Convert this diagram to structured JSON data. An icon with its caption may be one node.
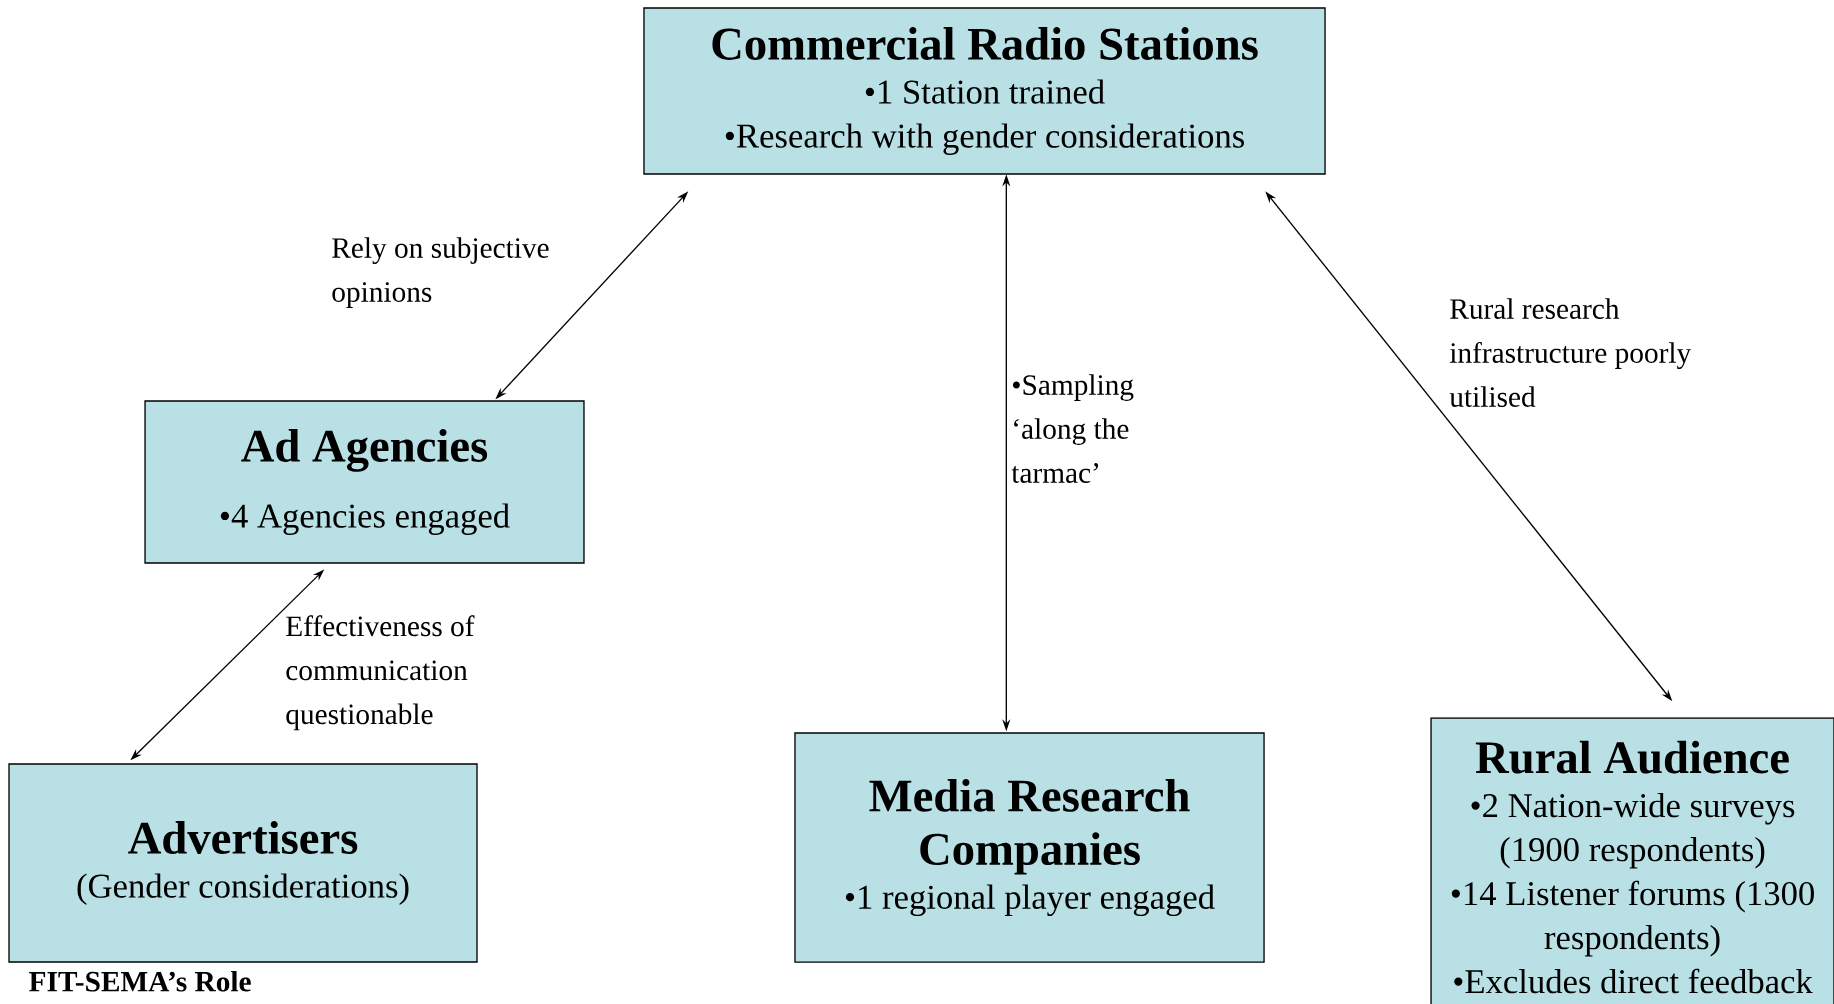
{
  "diagram": {
    "nodes": [
      {
        "text": [
          "Commercial Radio Stations",
          "•1 Station trained",
          "•Research with gender considerations"
        ]
      },
      {
        "text": [
          "Ad Agencies",
          "•4 Agencies engaged"
        ]
      },
      {
        "text": [
          "Advertisers",
          "(Gender considerations)"
        ],
        "beside": [
          "FIT-SEMA’s Role"
        ]
      },
      {
        "text": [
          "Media Research Companies",
          "•1 regional player engaged"
        ]
      },
      {
        "text": [
          "Rural Audience",
          "•2 Nation-wide surveys (1900 respondents)",
          "•14 Listener forums (1300 respondents)",
          "•Excludes direct feedback"
        ]
      }
    ],
    "edges": [
      {
        "from": 0,
        "to": 1,
        "arrow": "both",
        "label": "Rely on subjective opinions"
      },
      {
        "from": 1,
        "to": 2,
        "arrow": "both",
        "label": "Effectiveness of communication questionable"
      },
      {
        "from": 0,
        "to": 3,
        "arrow": "both",
        "label": "•Sampling ‘along the tarmac’"
      },
      {
        "from": 0,
        "to": 4,
        "arrow": "both",
        "label": "Rural research infrastructure poorly utilised"
      }
    ]
  }
}
